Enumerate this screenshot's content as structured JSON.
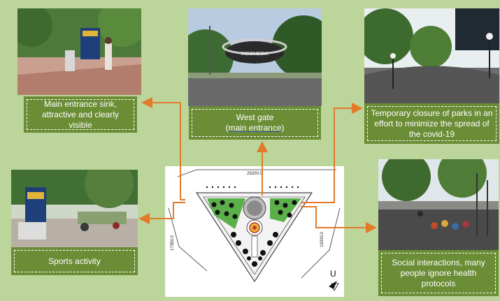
{
  "panels": {
    "main_entrance": {
      "caption": "Main entrance sink, attractive and clearly visible"
    },
    "west_gate": {
      "caption_line1": "West gate",
      "caption_line2": "(main entrance)"
    },
    "closure": {
      "caption": "Temporary closure of parks in an effort to minimize the spread of the covid-19"
    },
    "sports": {
      "caption": "Sports activity"
    },
    "social": {
      "caption": "Social interactions, many people ignore health protocols"
    }
  },
  "plan": {
    "dim_top": "25200.0",
    "dim_left": "17350.0",
    "dim_right": "19200.0",
    "north_label": "U",
    "sign_text": "INDONESIA"
  },
  "colors": {
    "background": "#bcd59a",
    "caption_bg": "#6b8d36",
    "arrow": "#e27a2a"
  }
}
